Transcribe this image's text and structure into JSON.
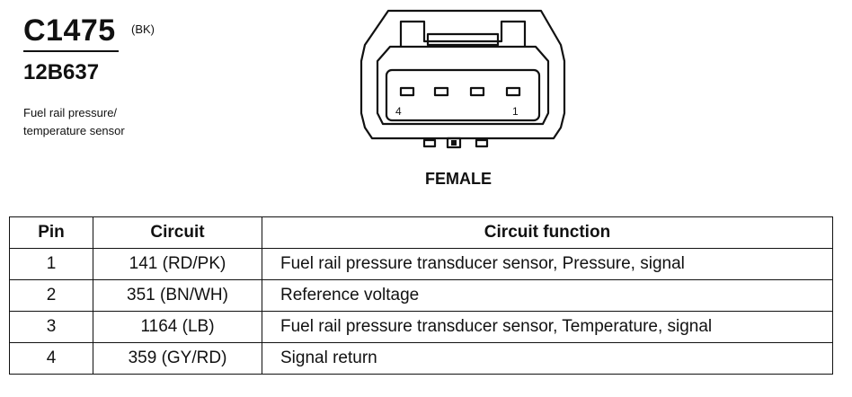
{
  "connector": {
    "code": "C1475",
    "color": "(BK)",
    "part_number": "12B637",
    "description_lines": [
      "Fuel rail pressure/",
      "temperature sensor"
    ],
    "gender": "FEMALE",
    "pin_labels": {
      "left": "4",
      "right": "1"
    }
  },
  "table": {
    "headers": [
      "Pin",
      "Circuit",
      "Circuit function"
    ],
    "rows": [
      {
        "pin": "1",
        "circuit": "141 (RD/PK)",
        "function": "Fuel rail pressure transducer sensor, Pressure, signal"
      },
      {
        "pin": "2",
        "circuit": "351 (BN/WH)",
        "function": "Reference voltage"
      },
      {
        "pin": "3",
        "circuit": "1164 (LB)",
        "function": "Fuel rail pressure transducer sensor, Temperature, signal"
      },
      {
        "pin": "4",
        "circuit": "359 (GY/RD)",
        "function": "Signal return"
      }
    ]
  }
}
